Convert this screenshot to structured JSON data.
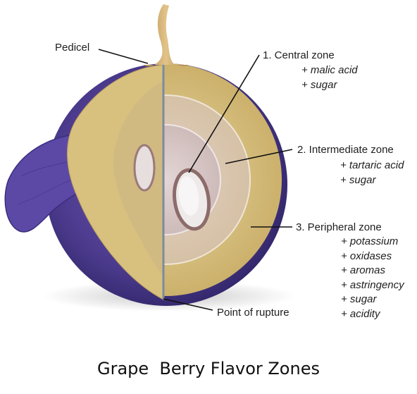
{
  "labels": {
    "pedicel": "Pedicel",
    "central_zone": "1. Central zone",
    "intermediate_zone": "2. Intermediate zone",
    "peripheral_zone": "3. Peripheral zone",
    "point_of_rupture": "Point of rupture"
  },
  "central_components": [
    "+ malic acid",
    "+ sugar"
  ],
  "intermediate_components": [
    "+ tartaric acid",
    "+ sugar"
  ],
  "peripheral_components": [
    "+ potassium",
    "+ oxidases",
    "+ aromas",
    "+ astringency",
    "+ sugar",
    "+ acidity"
  ],
  "caption": "Grape  Berry Flavor Zones",
  "colors": {
    "skin": "#4b3a8c",
    "skin_dark": "#2f2466",
    "peripheral_flesh": "#d8c07e",
    "intermediate_flesh": "#d9c3a8",
    "central_flesh": "#d6c3c2",
    "seed": "#9a7a7a",
    "pedicel": "#c9a46a"
  }
}
